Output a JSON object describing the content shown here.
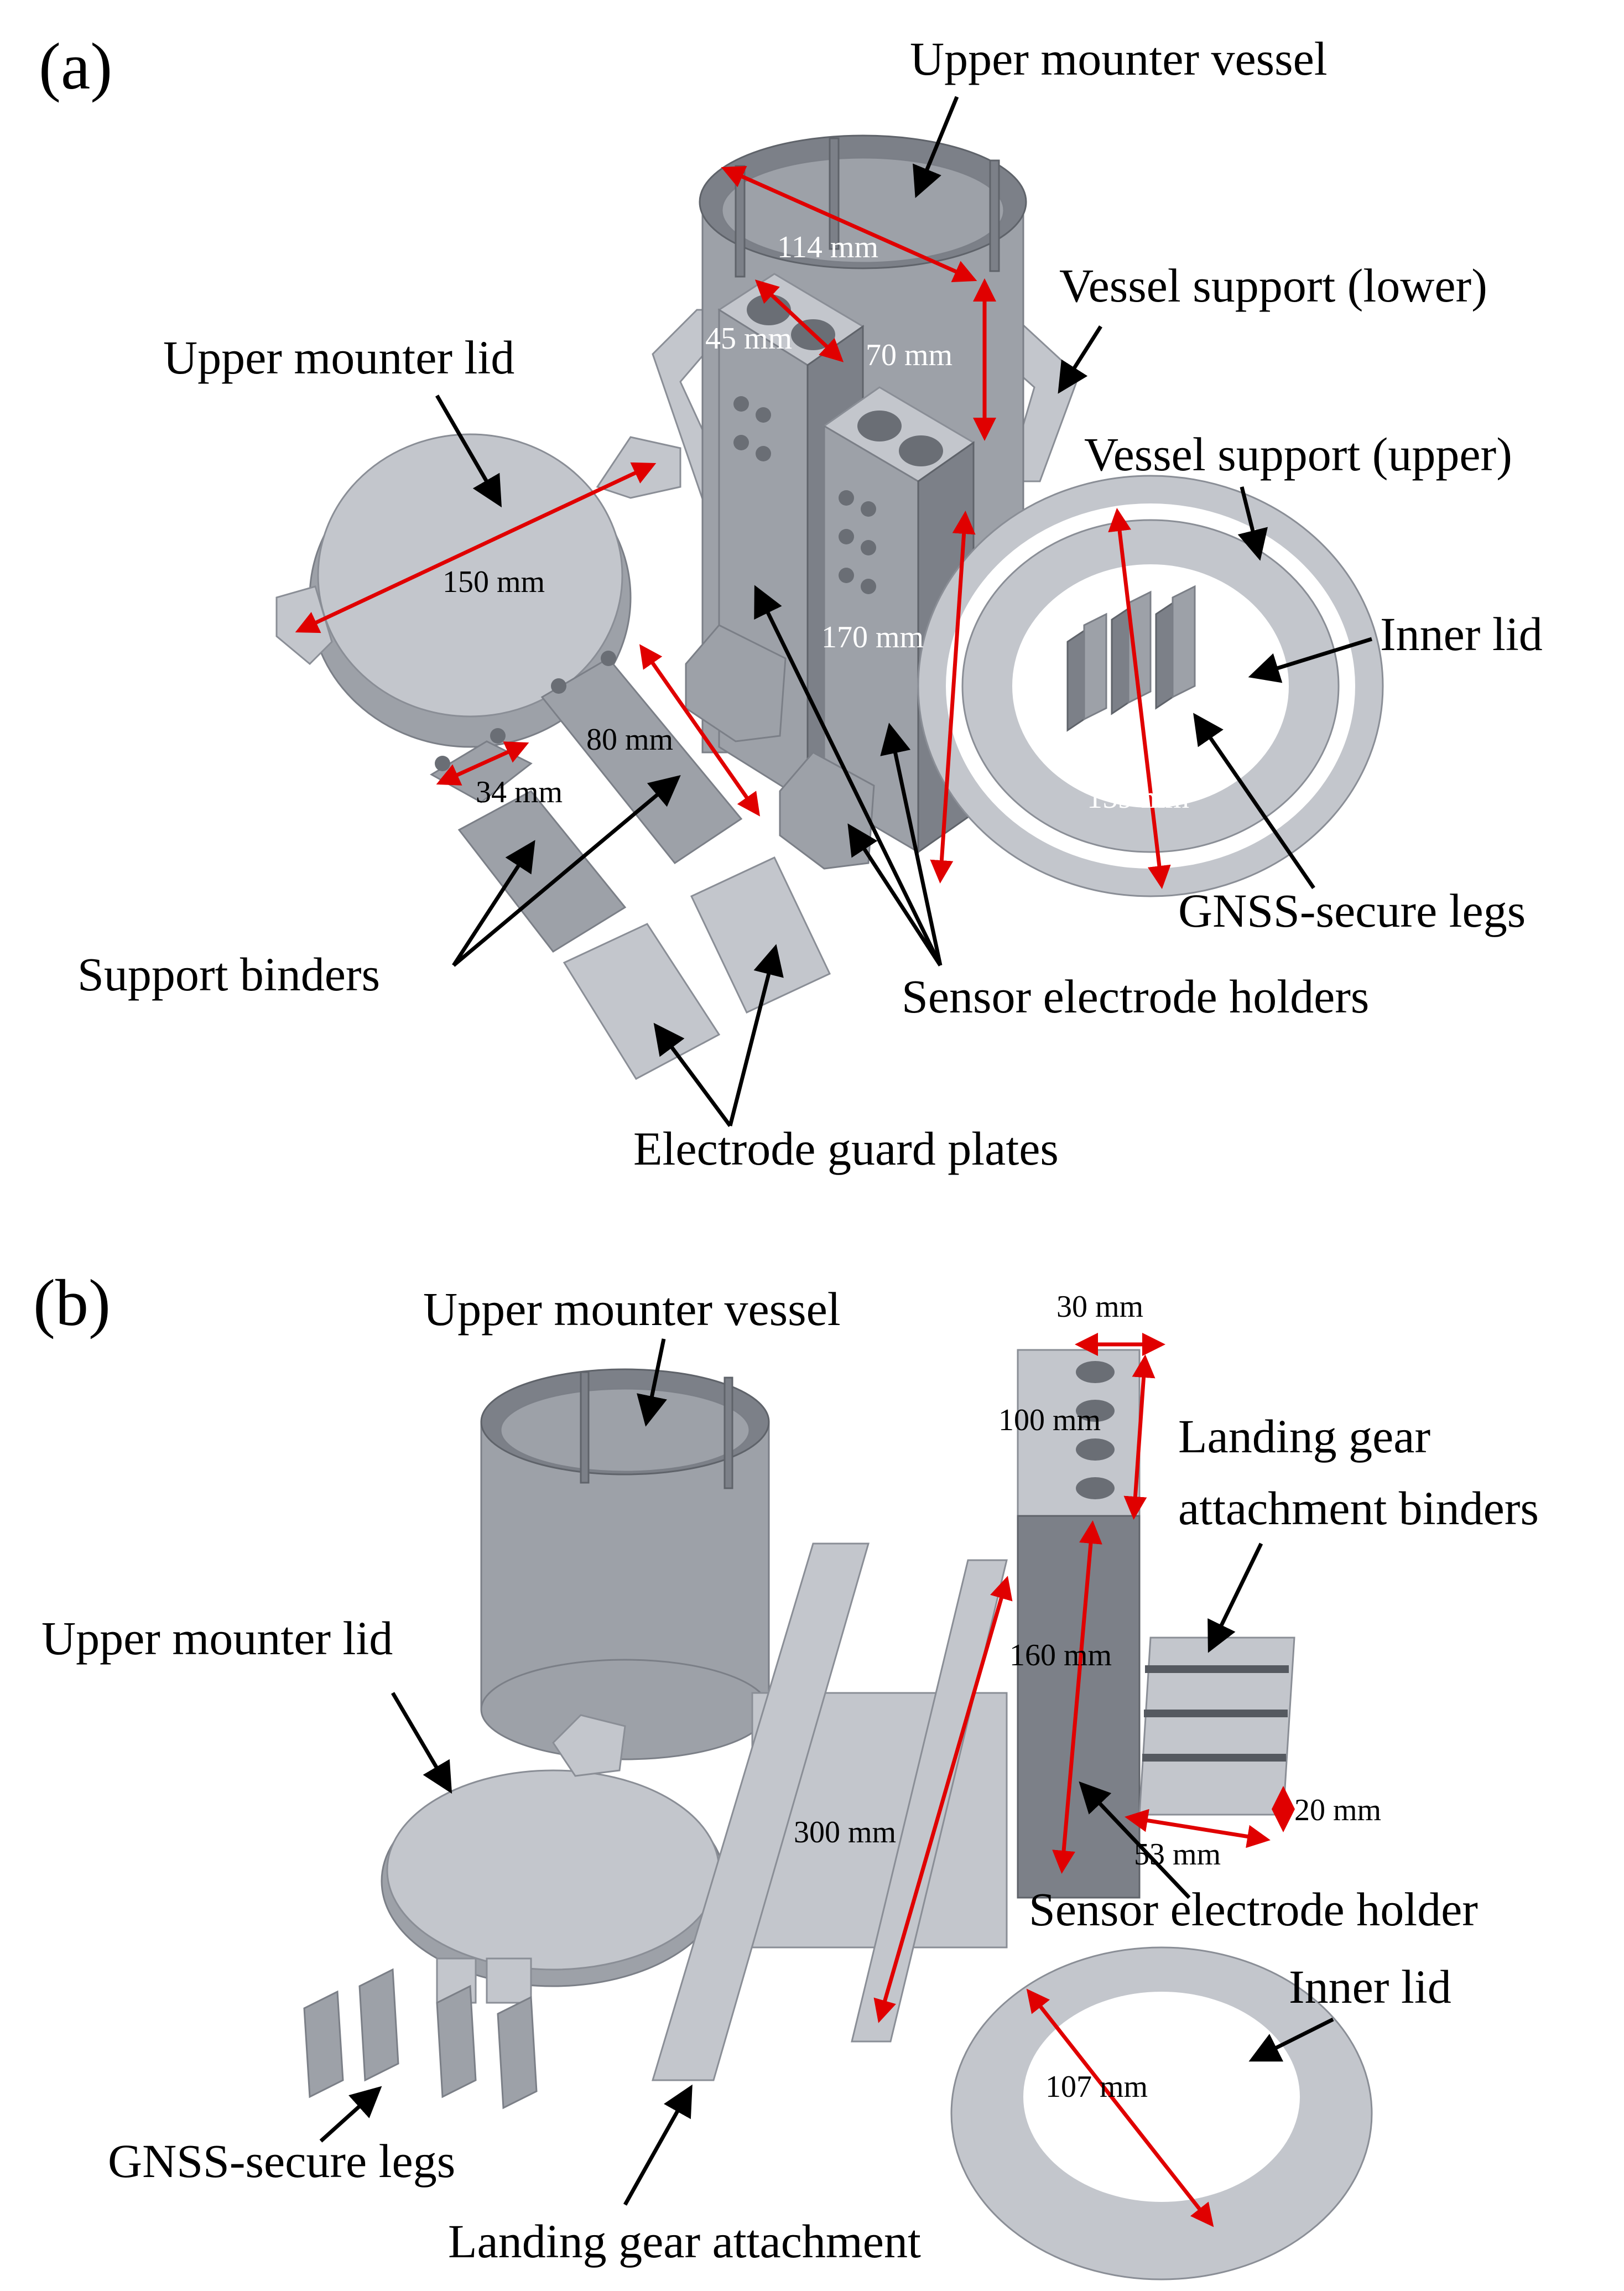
{
  "panels": {
    "a": {
      "letter": "(a)",
      "labels": {
        "upper_mounter_vessel": "Upper mounter vessel",
        "vessel_support_lower": "Vessel support (lower)",
        "upper_mounter_lid": "Upper mounter lid",
        "vessel_support_upper": "Vessel support (upper)",
        "inner_lid": "Inner lid",
        "gnss_secure_legs": "GNSS-secure legs",
        "support_binders": "Support binders",
        "sensor_electrode_holders": "Sensor electrode holders",
        "electrode_guard_plates": "Electrode guard plates"
      },
      "dimensions": {
        "d114": "114 mm",
        "d45": "45 mm",
        "d70": "70 mm",
        "d150": "150 mm",
        "d170": "170 mm",
        "d80": "80 mm",
        "d34": "34 mm",
        "d159": "159 mm"
      }
    },
    "b": {
      "letter": "(b)",
      "labels": {
        "upper_mounter_vessel": "Upper mounter vessel",
        "upper_mounter_lid": "Upper mounter lid",
        "landing_gear_attachment_binders_1": "Landing gear",
        "landing_gear_attachment_binders_2": "attachment binders",
        "sensor_electrode_holder": "Sensor electrode holder",
        "inner_lid": "Inner lid",
        "gnss_secure_legs": "GNSS-secure legs",
        "landing_gear_attachment": "Landing gear attachment"
      },
      "dimensions": {
        "d30": "30 mm",
        "d100": "100 mm",
        "d160": "160 mm",
        "d300": "300 mm",
        "d20": "20 mm",
        "d53": "53 mm",
        "d107": "107 mm"
      }
    }
  },
  "colors": {
    "dimension_arrow": "#e00000",
    "label_arrow": "#000000",
    "part_fill": "#9da1a8"
  }
}
